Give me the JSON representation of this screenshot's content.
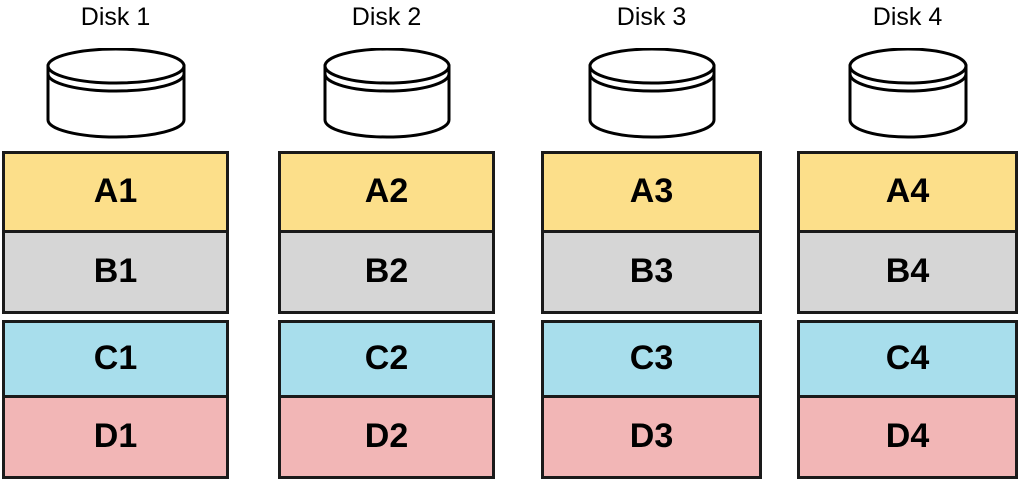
{
  "diagram": {
    "type": "raid-striping-diagram",
    "disk_count": 4,
    "blocks_per_disk": 4,
    "colors": {
      "stripe_a": "#FCDF8A",
      "stripe_b": "#D6D6D6",
      "stripe_c": "#A8DEEC",
      "stripe_d": "#F2B6B6",
      "outline": "#1a1a1a",
      "background": "#ffffff"
    },
    "disks": [
      {
        "title": "Disk 1",
        "icon": "disk-cylinder-icon",
        "blocks": [
          {
            "label": "A1",
            "color": "#FCDF8A"
          },
          {
            "label": "B1",
            "color": "#D6D6D6"
          },
          {
            "label": "C1",
            "color": "#A8DEEC"
          },
          {
            "label": "D1",
            "color": "#F2B6B6"
          }
        ]
      },
      {
        "title": "Disk 2",
        "icon": "disk-cylinder-icon",
        "blocks": [
          {
            "label": "A2",
            "color": "#FCDF8A"
          },
          {
            "label": "B2",
            "color": "#D6D6D6"
          },
          {
            "label": "C2",
            "color": "#A8DEEC"
          },
          {
            "label": "D2",
            "color": "#F2B6B6"
          }
        ]
      },
      {
        "title": "Disk 3",
        "icon": "disk-cylinder-icon",
        "blocks": [
          {
            "label": "A3",
            "color": "#FCDF8A"
          },
          {
            "label": "B3",
            "color": "#D6D6D6"
          },
          {
            "label": "C3",
            "color": "#A8DEEC"
          },
          {
            "label": "D3",
            "color": "#F2B6B6"
          }
        ]
      },
      {
        "title": "Disk 4",
        "icon": "disk-cylinder-icon",
        "blocks": [
          {
            "label": "A4",
            "color": "#FCDF8A"
          },
          {
            "label": "B4",
            "color": "#D6D6D6"
          },
          {
            "label": "C4",
            "color": "#A8DEEC"
          },
          {
            "label": "D4",
            "color": "#F2B6B6"
          }
        ]
      }
    ]
  }
}
